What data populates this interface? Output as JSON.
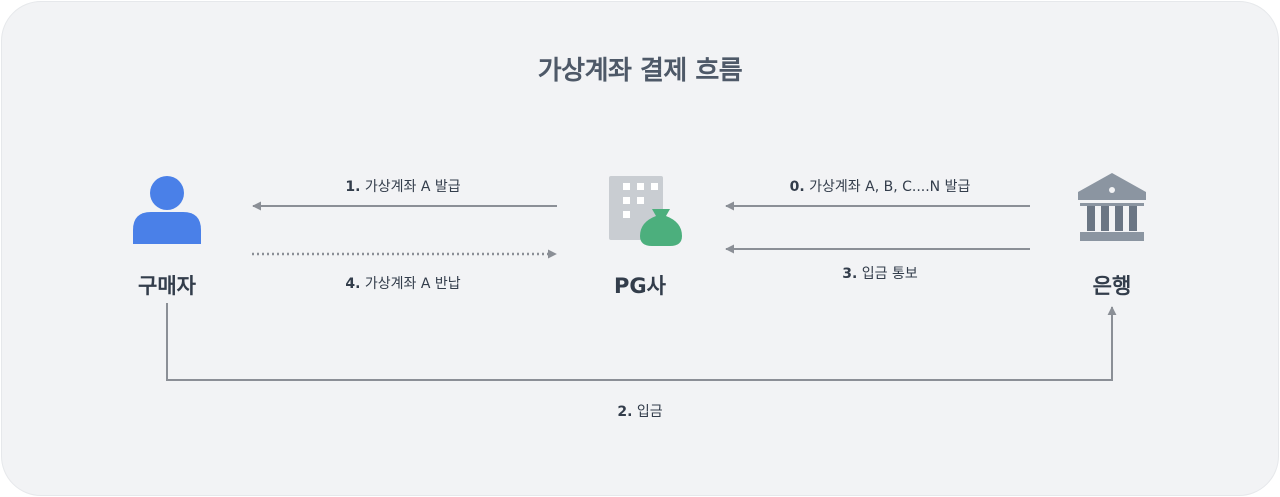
{
  "title": "가상계좌 결제 흐름",
  "actors": {
    "buyer": {
      "label": "구매자",
      "icon": "person-icon"
    },
    "pg": {
      "label": "PG사",
      "icon": "office-building-money-bag-icon"
    },
    "bank": {
      "label": "은행",
      "icon": "bank-icon"
    }
  },
  "steps": [
    {
      "num": "0.",
      "text": "가상계좌 A, B, C....N 발급",
      "from": "bank",
      "to": "pg",
      "line": "solid"
    },
    {
      "num": "1.",
      "text": "가상계좌 A 발급",
      "from": "pg",
      "to": "buyer",
      "line": "solid"
    },
    {
      "num": "2.",
      "text": "입금",
      "from": "buyer",
      "to": "bank",
      "line": "solid"
    },
    {
      "num": "3.",
      "text": "입금 통보",
      "from": "bank",
      "to": "pg",
      "line": "solid"
    },
    {
      "num": "4.",
      "text": "가상계좌 A 반납",
      "from": "buyer",
      "to": "pg",
      "line": "dotted"
    }
  ],
  "colors": {
    "background": "#f2f3f5",
    "arrow": "#8b8f96",
    "person": "#4a80e8",
    "building": "#c9cdd2",
    "money_bag": "#4caf7d",
    "bank": "#8b95a1",
    "bank_columns": "#6b7684",
    "text": "#333d4b"
  }
}
